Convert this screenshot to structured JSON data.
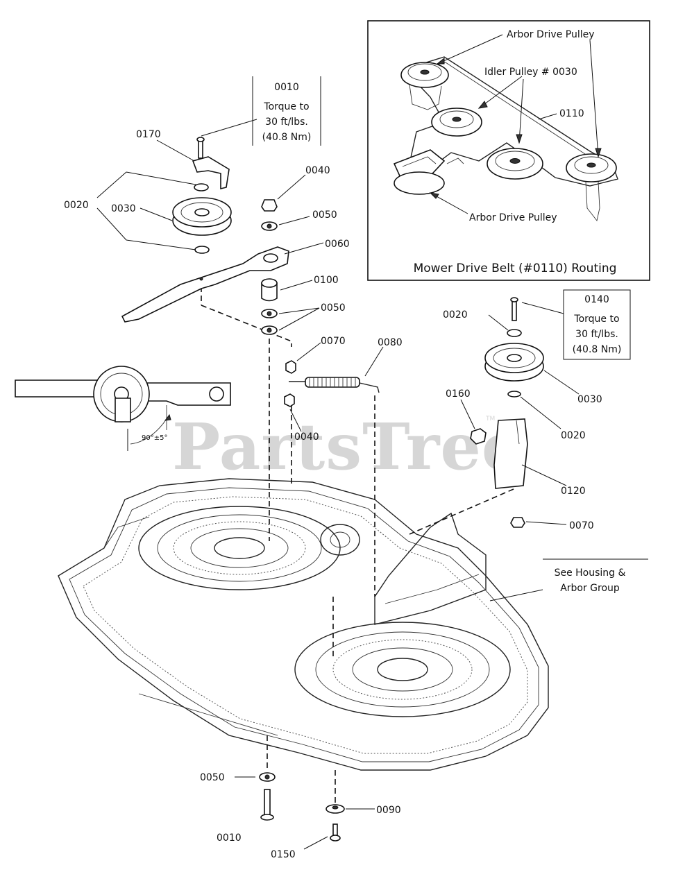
{
  "watermark": {
    "text": "PartsTree",
    "tm": "TM"
  },
  "inset": {
    "caption": "Mower Drive Belt (#0110) Routing",
    "labels": {
      "arbor_top": "Arbor Drive Pulley",
      "idler": "Idler Pulley # 0030",
      "belt": "0110",
      "arbor_bottom": "Arbor Drive Pulley"
    }
  },
  "torque_boxes": [
    {
      "part": "0010",
      "line1": "Torque to",
      "line2": "30 ft/lbs.",
      "line3": "(40.8 Nm)"
    },
    {
      "part": "0140",
      "line1": "Torque to",
      "line2": "30 ft/lbs.",
      "line3": "(40.8 Nm)"
    }
  ],
  "housing_note": {
    "line1": "See Housing &",
    "line2": "Arbor Group"
  },
  "angle_note": "90°±5°",
  "callouts": {
    "p0170": "0170",
    "p0020_left": "0020",
    "p0030_left": "0030",
    "p0040_top": "0040",
    "p0050_top": "0050",
    "p0060": "0060",
    "p0100": "0100",
    "p0050_mid": "0050",
    "p0070_mid": "0070",
    "p0080": "0080",
    "p0040_mid": "0040",
    "p0020_right_top": "0020",
    "p0030_right": "0030",
    "p0160": "0160",
    "p0020_right_bottom": "0020",
    "p0120": "0120",
    "p0070_right": "0070",
    "p0050_bottom": "0050",
    "p0010_bottom": "0010",
    "p0090": "0090",
    "p0150": "0150"
  }
}
